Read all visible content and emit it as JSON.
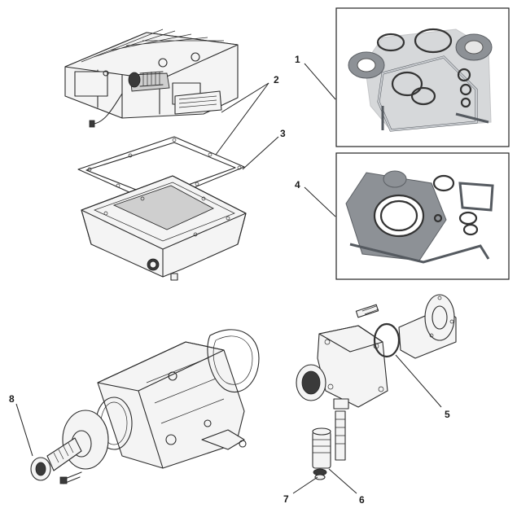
{
  "diagram": {
    "callouts": {
      "c1": "1",
      "c2": "2",
      "c3": "3",
      "c4": "4",
      "c5": "5",
      "c6": "6",
      "c7": "7",
      "c8": "8"
    }
  },
  "colors": {
    "line": "#2b2b2b",
    "gasket_photo": "#8d9196",
    "frame": "#222222",
    "background": "#ffffff"
  }
}
